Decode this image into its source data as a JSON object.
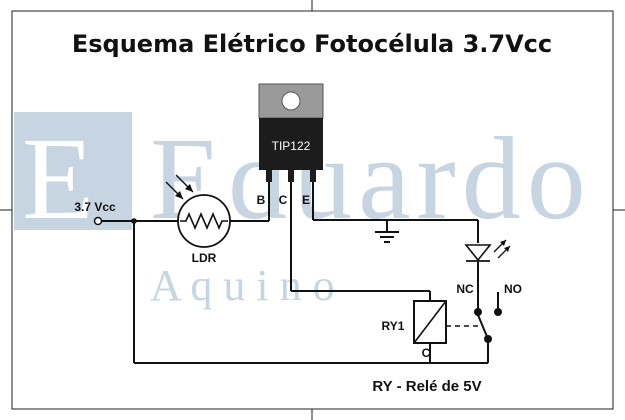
{
  "title": "Esquema Elétrico Fotocélula 3.7Vcc",
  "watermark": {
    "name": "Eduardo",
    "surname": "A q u i n o"
  },
  "supply_label": "3.7 Vcc",
  "ldr_label": "LDR",
  "transistor": {
    "label": "TIP122",
    "pin_b": "B",
    "pin_c": "C",
    "pin_e": "E"
  },
  "relay": {
    "label": "RY1",
    "coil_pin": "C",
    "contact_nc": "NC",
    "contact_no": "NO",
    "caption": "RY - Relé de 5V"
  },
  "colors": {
    "wire": "#111111",
    "watermark": "#c7d4e2",
    "transistor_body": "#1c1c1c",
    "transistor_tab": "#9a9a9a"
  }
}
